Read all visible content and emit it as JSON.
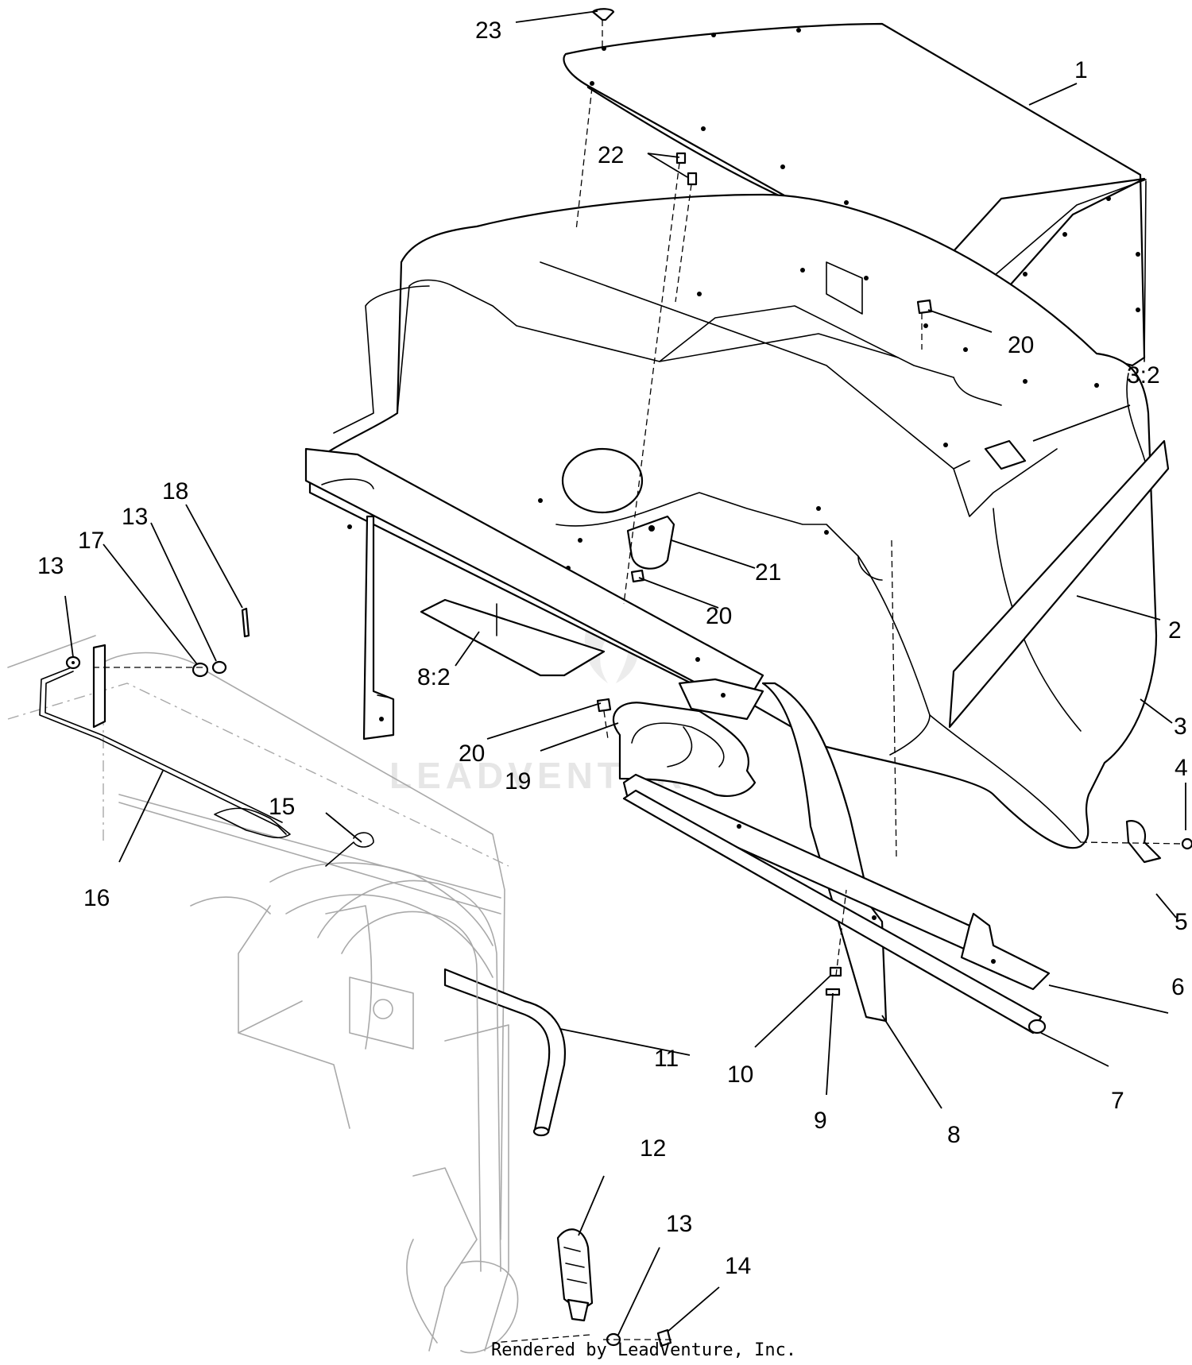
{
  "callouts": [
    {
      "id": "c1",
      "label": "1"
    },
    {
      "id": "c2",
      "label": "2"
    },
    {
      "id": "c3",
      "label": "3"
    },
    {
      "id": "c3_2",
      "label": "3:2"
    },
    {
      "id": "c4",
      "label": "4"
    },
    {
      "id": "c5",
      "label": "5"
    },
    {
      "id": "c6",
      "label": "6"
    },
    {
      "id": "c7",
      "label": "7"
    },
    {
      "id": "c8",
      "label": "8"
    },
    {
      "id": "c8_2",
      "label": "8:2"
    },
    {
      "id": "c9",
      "label": "9"
    },
    {
      "id": "c10",
      "label": "10"
    },
    {
      "id": "c11",
      "label": "11"
    },
    {
      "id": "c12",
      "label": "12"
    },
    {
      "id": "c13a",
      "label": "13"
    },
    {
      "id": "c13b",
      "label": "13"
    },
    {
      "id": "c13c",
      "label": "13"
    },
    {
      "id": "c14",
      "label": "14"
    },
    {
      "id": "c15",
      "label": "15"
    },
    {
      "id": "c16",
      "label": "16"
    },
    {
      "id": "c17",
      "label": "17"
    },
    {
      "id": "c18",
      "label": "18"
    },
    {
      "id": "c19",
      "label": "19"
    },
    {
      "id": "c20a",
      "label": "20"
    },
    {
      "id": "c20b",
      "label": "20"
    },
    {
      "id": "c20c",
      "label": "20"
    },
    {
      "id": "c21",
      "label": "21"
    },
    {
      "id": "c22",
      "label": "22"
    },
    {
      "id": "c23",
      "label": "23"
    }
  ],
  "watermark": "LEADVENTURE",
  "credit": "Rendered by LeadVenture, Inc."
}
